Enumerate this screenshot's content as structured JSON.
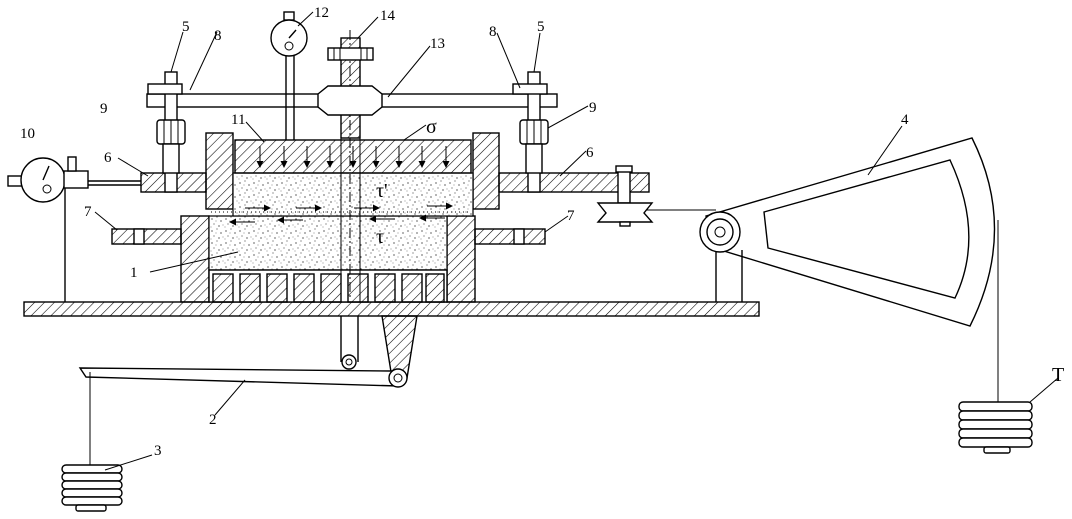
{
  "labels": {
    "l1": "1",
    "l2": "2",
    "l3": "3",
    "l4": "4",
    "l5a": "5",
    "l5b": "5",
    "l6a": "6",
    "l6b": "6",
    "l7a": "7",
    "l7b": "7",
    "l8a": "8",
    "l8b": "8",
    "l9a": "9",
    "l9b": "9",
    "l10": "10",
    "l11": "11",
    "l12": "12",
    "l13": "13",
    "l14": "14",
    "lT": "T"
  },
  "symbols": {
    "sigma": "σ",
    "tau_prime": "τ'",
    "tau": "τ"
  }
}
